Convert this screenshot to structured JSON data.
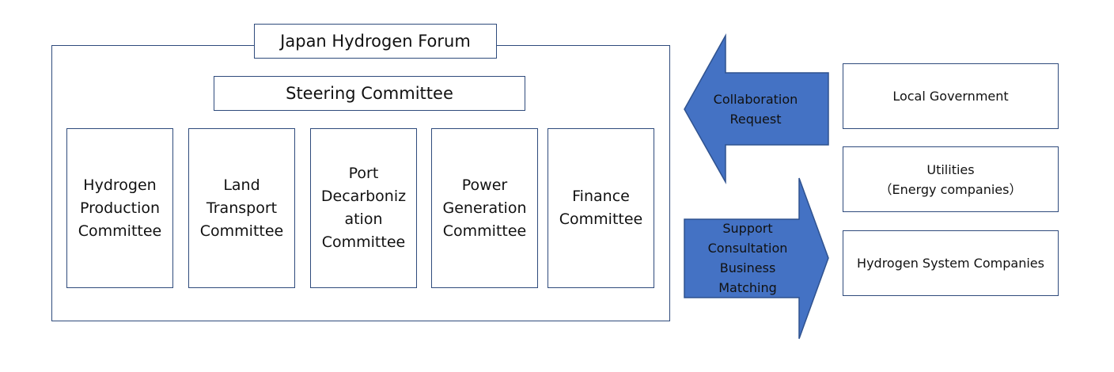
{
  "forum": {
    "title": "Japan Hydrogen Forum",
    "steering": "Steering Committee",
    "committees": [
      "Hydrogen\nProduction\nCommittee",
      "Land\nTransport\nCommittee",
      "Port\nDecarboniz\nation\nCommittee",
      "Power\nGeneration\nCommittee",
      "Finance\nCommittee"
    ]
  },
  "arrows": {
    "left_label": "Collaboration\nRequest",
    "right_label": "Support\nConsultation\nBusiness\nMatching"
  },
  "partners": [
    "Local Government",
    "Utilities\n（Energy companies）",
    "Hydrogen System Companies"
  ],
  "colors": {
    "arrow_fill": "#4472c4",
    "arrow_stroke": "#2f528f",
    "box_border": "#2f4b7c"
  }
}
